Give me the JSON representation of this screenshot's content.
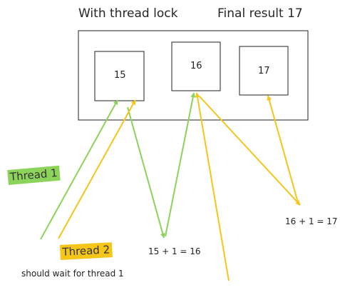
{
  "header": {
    "title": "With thread lock",
    "result": "Final result 17"
  },
  "boxes": [
    {
      "value": "15"
    },
    {
      "value": "16"
    },
    {
      "value": "17"
    }
  ],
  "calculations": {
    "first": "15 + 1 = 16",
    "second": "16 + 1 = 17"
  },
  "threads": {
    "thread1": "Thread 1",
    "thread2": "Thread 2",
    "note": "should wait for thread 1"
  },
  "colors": {
    "thread1": "#8cd35a",
    "thread2": "#f5c518",
    "box_stroke": "#222222"
  }
}
